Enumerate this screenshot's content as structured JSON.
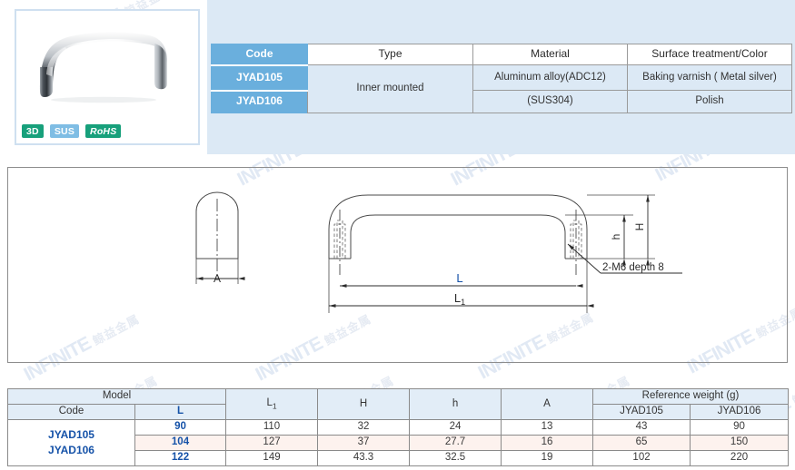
{
  "product": {
    "photo_alt": "stainless-steel-arch-pull-handle",
    "badges": [
      {
        "label": "3D",
        "name": "badge-3d",
        "color": "#17a07b"
      },
      {
        "label": "SUS",
        "name": "badge-sus",
        "color": "#7fbde4"
      },
      {
        "label": "RoHS",
        "name": "badge-rohs",
        "color": "#17a07b"
      }
    ]
  },
  "spec_table": {
    "headers": [
      "Code",
      "Type",
      "Material",
      "Surface treatment/Color"
    ],
    "rows": [
      {
        "code": "JYAD105",
        "type": "Inner mounted",
        "material": "Aluminum alloy(ADC12)",
        "surface": "Baking varnish ( Metal silver)"
      },
      {
        "code": "JYAD106",
        "type": "",
        "material": "(SUS304)",
        "surface": "Polish"
      }
    ]
  },
  "drawing": {
    "labels": {
      "a": "A",
      "l": "L",
      "l1": "L",
      "l1_sub": "1",
      "h_upper": "H",
      "h_lower": "h",
      "thread_note": "2-M6 depth 8"
    }
  },
  "dim_table": {
    "group_headers": {
      "model": "Model",
      "reference_weight": "Reference weight (g)"
    },
    "headers": {
      "code": "Code",
      "l": "L",
      "l1": "L",
      "l1_sub": "1",
      "H": "H",
      "h": "h",
      "A": "A",
      "weight_105": "JYAD105",
      "weight_106": "JYAD106"
    },
    "model_codes": [
      "JYAD105",
      "JYAD106"
    ],
    "rows": [
      {
        "L": "90",
        "L1": "110",
        "H": "32",
        "h": "24",
        "A": "13",
        "w105": "43",
        "w106": "90"
      },
      {
        "L": "104",
        "L1": "127",
        "H": "37",
        "h": "27.7",
        "A": "16",
        "w105": "65",
        "w106": "150"
      },
      {
        "L": "122",
        "L1": "149",
        "H": "43.3",
        "h": "32.5",
        "A": "19",
        "w105": "102",
        "w106": "220"
      }
    ]
  },
  "watermark": {
    "text_en": "INFINITE",
    "text_cn": "鲸益金属"
  },
  "colors": {
    "header_blue": "#6aafdd",
    "body_blue": "#dce9f5",
    "accent_blue": "#1552a8",
    "badge_green": "#17a07b",
    "alt_row": "#fdf2ee"
  }
}
